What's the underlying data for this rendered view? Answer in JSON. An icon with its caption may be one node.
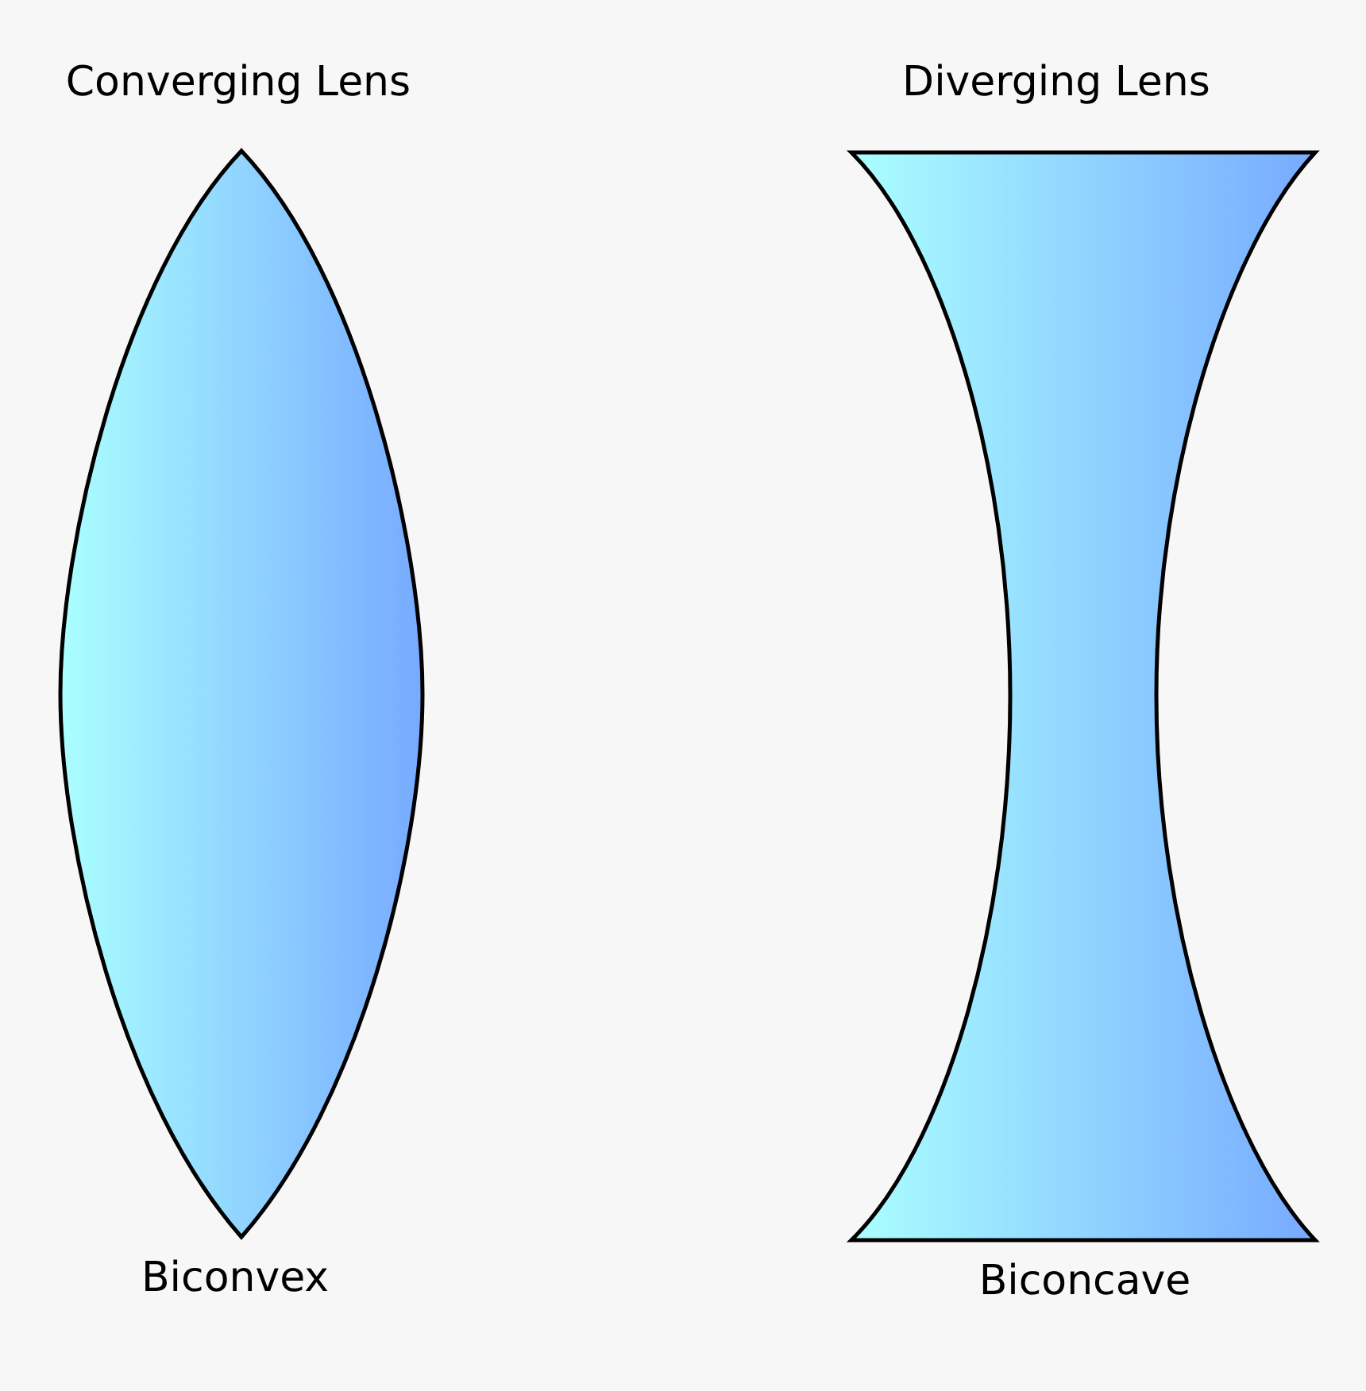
{
  "diagram": {
    "nodes": [
      {
        "text": [
          "Converging Lens"
        ],
        "beside": [
          "Biconvex"
        ]
      },
      {
        "text": [
          "Diverging Lens"
        ],
        "beside": [
          "Biconcave"
        ]
      }
    ]
  }
}
